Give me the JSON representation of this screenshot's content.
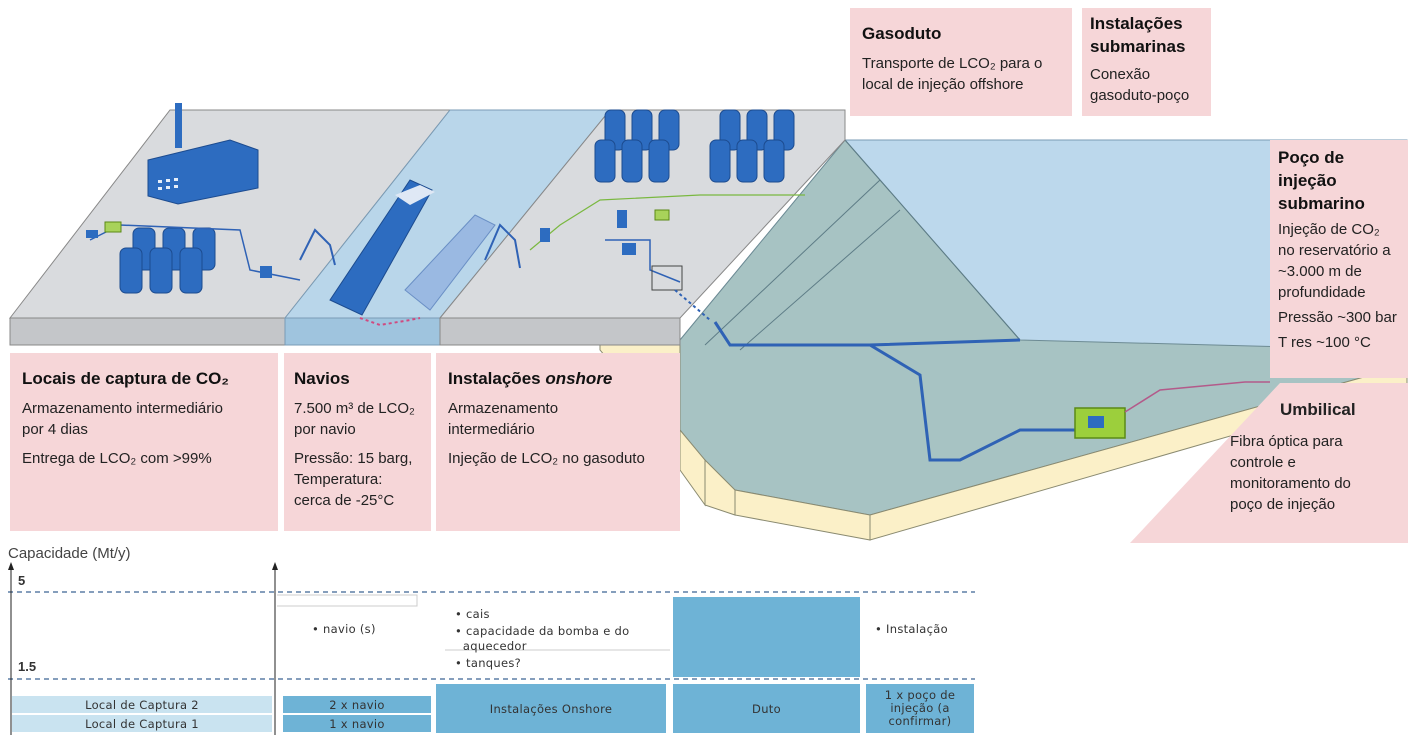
{
  "boxes": {
    "capture": {
      "title": "Locais de captura de CO₂",
      "l1": "Armazenamento intermediário",
      "l2": "por 4 dias",
      "l3": "Entrega de LCO₂ com >99%"
    },
    "ships": {
      "title": "Navios",
      "l1": "7.500 m³ de LCO₂",
      "l2": "por navio",
      "l3": "Pressão: 15 barg,",
      "l4": "Temperatura:",
      "l5": "cerca de -25°C"
    },
    "onshore": {
      "title_a": "Instalações ",
      "title_b": "onshore",
      "l1": "Armazenamento",
      "l2": "intermediário",
      "l3": "Injeção de LCO₂ no gasoduto"
    },
    "pipeline": {
      "title": "Gasoduto",
      "l1": "Transporte de LCO₂ para o",
      "l2": "local de injeção offshore"
    },
    "subsea": {
      "title1": "Instalações",
      "title2": "submarinas",
      "l1": "Conexão",
      "l2": "gasoduto-poço"
    },
    "well": {
      "title1": "Poço de",
      "title2": "injeção",
      "title3": "submarino",
      "l1": "Injeção de CO₂",
      "l2": "no reservatório a",
      "l3": "~3.000 m de",
      "l4": "profundidade",
      "l5": "Pressão ~300 bar",
      "l6": "T res ~100 °C"
    },
    "umbilical": {
      "title": "Umbilical",
      "l1": "Fibra óptica para",
      "l2": "controle e",
      "l3": "monitoramento do",
      "l4": "poço de injeção"
    }
  },
  "capacity": {
    "label": "Capacidade (Mt/y)",
    "tick_high": "5",
    "tick_low": "1.5",
    "rows": {
      "capture2": "Local de Captura 2",
      "capture1": "Local de Captura 1",
      "ship2": "2 x navio",
      "ship1": "1 x navio",
      "onshore": "Instalações Onshore",
      "duct": "Duto",
      "well1": "1 x poço de",
      "well2": "injeção (a",
      "well3": "confirmar)"
    },
    "notes": {
      "ships": "navio (s)",
      "onshore1": "cais",
      "onshore2a": "capacidade da bomba e do",
      "onshore2b": "aquecedor",
      "onshore3": "tanques?",
      "well": "Instalação"
    }
  },
  "colors": {
    "label_box": "#f6d6d8",
    "platform": "#d9dbde",
    "water": "#b9d6ea",
    "equipment": "#2d6cc0",
    "sediment": "#fbf0c8",
    "cap_dark": "#6eb3d6",
    "cap_light": "#c9e3f0"
  }
}
